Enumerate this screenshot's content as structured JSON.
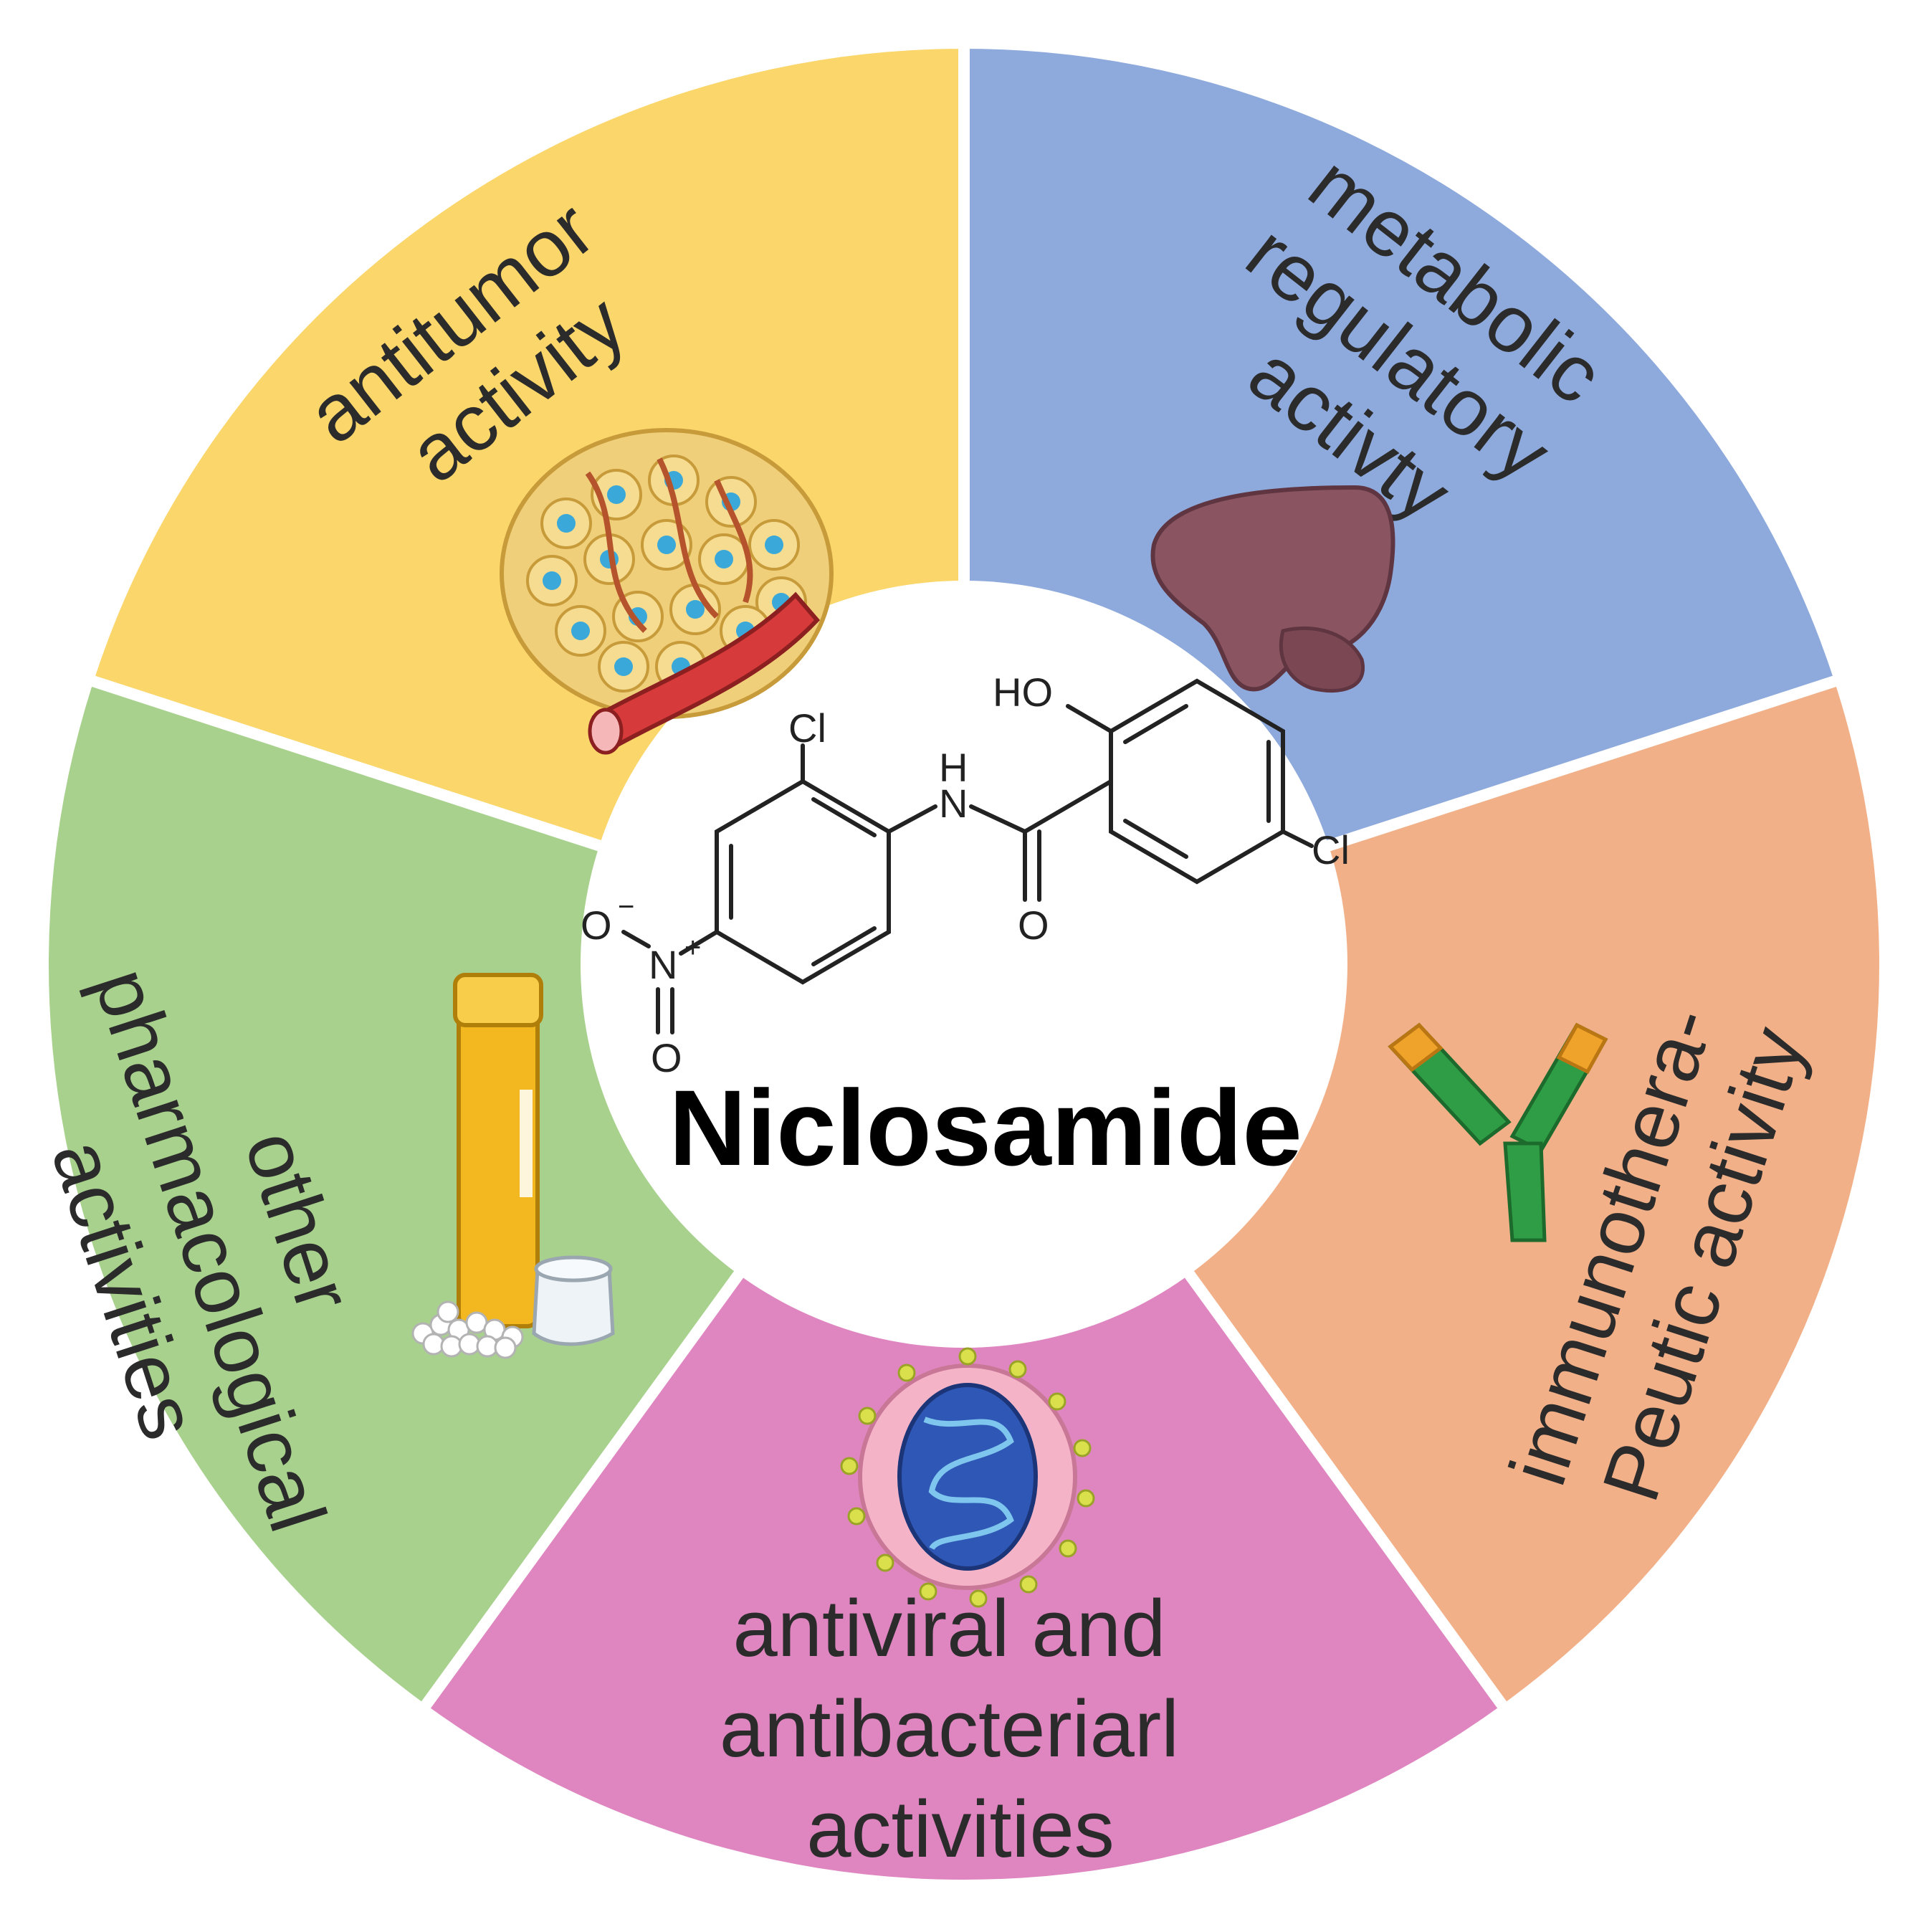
{
  "colors": {
    "antitumor": "#fad66b",
    "metabolic": "#8eaadc",
    "immuno": "#f2b088",
    "antiviral": "#df86c0",
    "other": "#a8d18d",
    "center": "#ffffff",
    "divider": "#ffffff"
  },
  "center": {
    "title": "Niclosamide",
    "atoms": {
      "cl_left": "Cl",
      "h": "H",
      "n_amide": "N",
      "ho": "HO",
      "cl_right": "Cl",
      "o_carbonyl": "O",
      "o_minus": "O",
      "minus": "−",
      "n_nitro": "N",
      "plus": "+",
      "o_bottom": "O"
    }
  },
  "segments": {
    "antitumor": {
      "lines": [
        "antitumor",
        "activity"
      ],
      "icon": "tumor-cells-icon"
    },
    "metabolic": {
      "lines": [
        "metabolic",
        "regulatory",
        "activty"
      ],
      "icon": "liver-icon"
    },
    "immuno": {
      "lines": [
        "immunothera-",
        "Peutic activity"
      ],
      "icon": "antibody-icon"
    },
    "antiviral": {
      "lines": [
        "antiviral and",
        "antibacteriarl",
        "activities"
      ],
      "icon": "virus-icon"
    },
    "other": {
      "lines": [
        "other",
        "pharmacological",
        "activities"
      ],
      "icon": "pill-vial-icon"
    }
  }
}
